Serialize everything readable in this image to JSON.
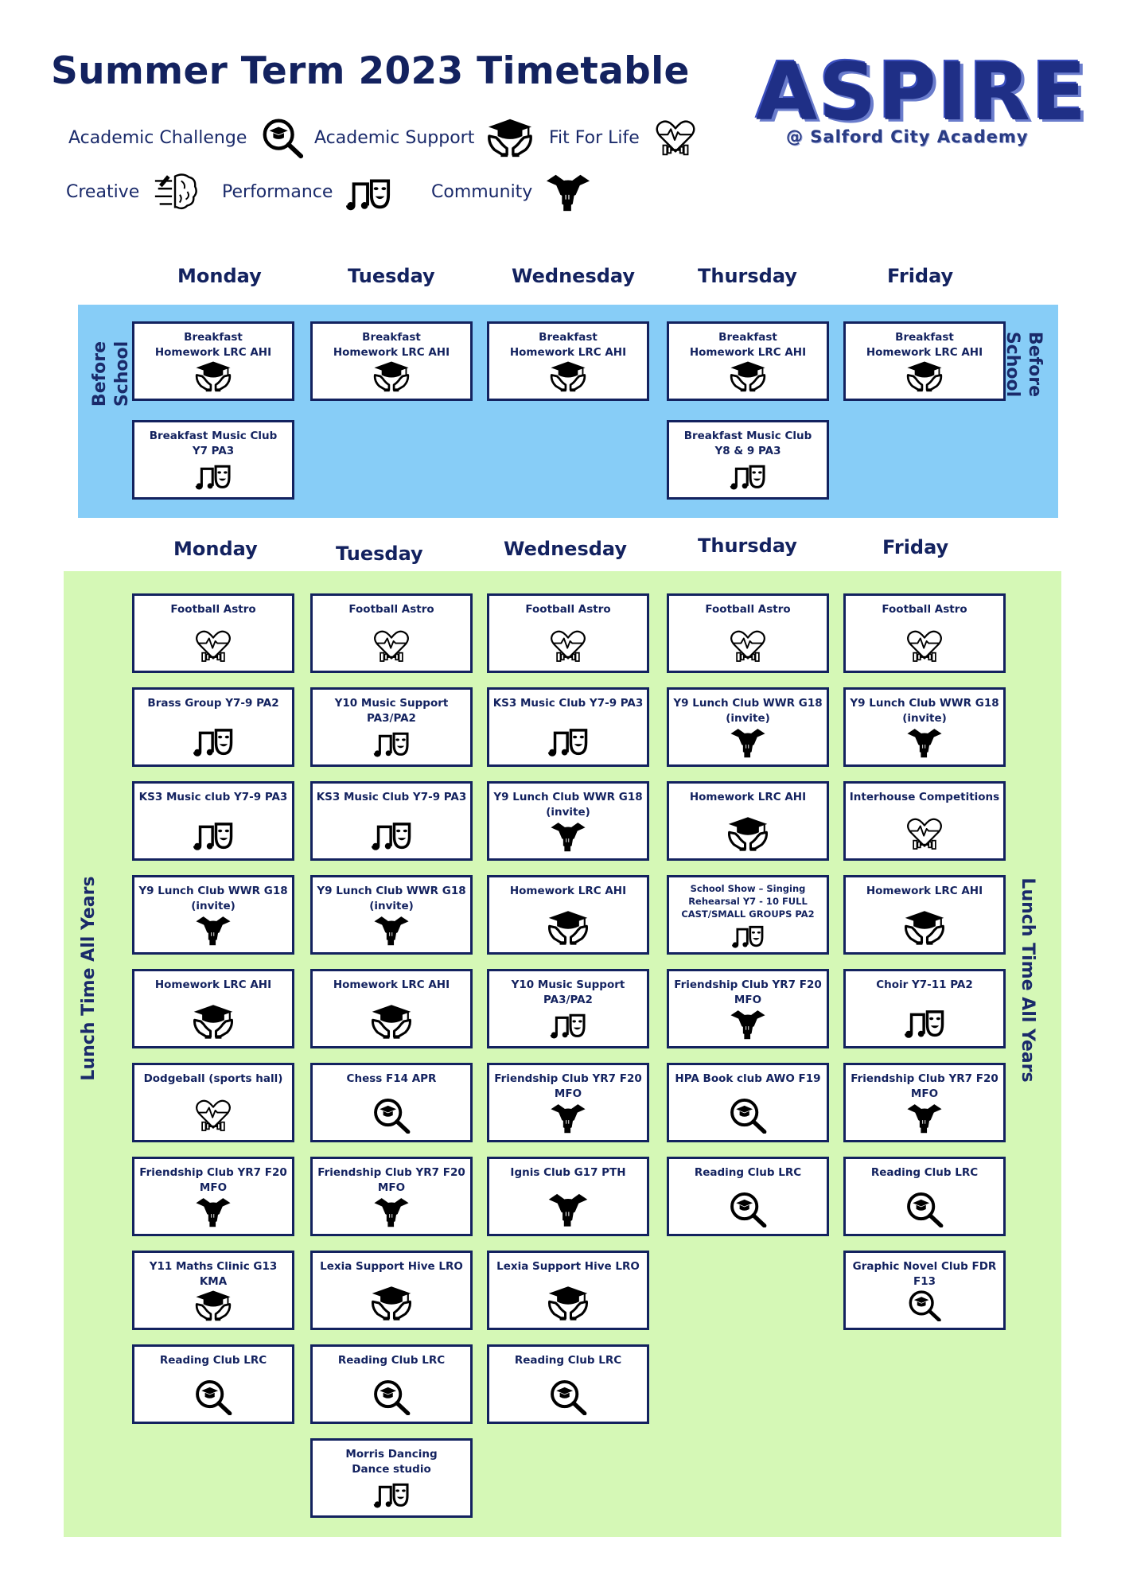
{
  "title": "Summer Term 2023 Timetable",
  "logo": {
    "word": "ASPIRE",
    "sub": "@ Salford City Academy"
  },
  "legend": {
    "academic_challenge": "Academic Challenge",
    "academic_support": "Academic Support",
    "fit_for_life": "Fit For Life",
    "creative": "Creative",
    "performance": "Performance",
    "community": "Community"
  },
  "days": [
    "Monday",
    "Tuesday",
    "Wednesday",
    "Thursday",
    "Friday"
  ],
  "sections": {
    "before_left": "Before School",
    "before_right": "Before School",
    "lunch_left": "Lunch Time All Years",
    "lunch_right": "Lunch Time All Years"
  },
  "before_school": {
    "monday": [
      {
        "title": "Breakfast\nHomework LRC AHI",
        "icon": "academic-support"
      },
      {
        "title": "Breakfast Music Club\nY7 PA3",
        "icon": "performance"
      }
    ],
    "tuesday": [
      {
        "title": "Breakfast\nHomework LRC AHI",
        "icon": "academic-support"
      }
    ],
    "wednesday": [
      {
        "title": "Breakfast\nHomework LRC AHI",
        "icon": "academic-support"
      }
    ],
    "thursday": [
      {
        "title": "Breakfast\nHomework LRC AHI",
        "icon": "academic-support"
      },
      {
        "title": "Breakfast Music Club\nY8 & 9 PA3",
        "icon": "performance"
      }
    ],
    "friday": [
      {
        "title": "Breakfast\nHomework LRC AHI",
        "icon": "academic-support"
      }
    ]
  },
  "lunch": {
    "monday": [
      {
        "title": "Football Astro",
        "icon": "fit-for-life"
      },
      {
        "title": "Brass Group Y7-9 PA2",
        "icon": "performance"
      },
      {
        "title": "KS3 Music club Y7-9 PA3",
        "icon": "performance"
      },
      {
        "title": "Y9 Lunch Club WWR G18\n(invite)",
        "icon": "community"
      },
      {
        "title": "Homework LRC AHI",
        "icon": "academic-support"
      },
      {
        "title": "Dodgeball (sports hall)",
        "icon": "fit-for-life"
      },
      {
        "title": "Friendship Club YR7 F20\nMFO",
        "icon": "community"
      },
      {
        "title": "Y11 Maths Clinic G13 KMA",
        "icon": "academic-support"
      },
      {
        "title": "Reading Club LRC",
        "icon": "academic-challenge"
      }
    ],
    "tuesday": [
      {
        "title": "Football Astro",
        "icon": "fit-for-life"
      },
      {
        "title": "Y10 Music Support\nPA3/PA2",
        "icon": "performance"
      },
      {
        "title": "KS3 Music Club Y7-9 PA3",
        "icon": "performance"
      },
      {
        "title": "Y9 Lunch Club WWR G18\n(invite)",
        "icon": "community"
      },
      {
        "title": "Homework LRC AHI",
        "icon": "academic-support"
      },
      {
        "title": "Chess  F14 APR",
        "icon": "academic-challenge"
      },
      {
        "title": "Friendship Club YR7 F20\nMFO",
        "icon": "community"
      },
      {
        "title": "Lexia Support Hive LRO",
        "icon": "academic-support"
      },
      {
        "title": "Reading Club LRC",
        "icon": "academic-challenge"
      },
      {
        "title": "Morris Dancing\nDance studio",
        "icon": "performance"
      }
    ],
    "wednesday": [
      {
        "title": "Football Astro",
        "icon": "fit-for-life"
      },
      {
        "title": "KS3 Music Club Y7-9 PA3",
        "icon": "performance"
      },
      {
        "title": "Y9 Lunch Club WWR G18\n(invite)",
        "icon": "community"
      },
      {
        "title": "Homework LRC AHI",
        "icon": "academic-support"
      },
      {
        "title": "Y10 Music Support\nPA3/PA2",
        "icon": "performance"
      },
      {
        "title": "Friendship Club YR7 F20\nMFO",
        "icon": "community"
      },
      {
        "title": "Ignis Club G17 PTH",
        "icon": "community"
      },
      {
        "title": "Lexia Support Hive LRO",
        "icon": "academic-support"
      },
      {
        "title": "Reading Club LRC",
        "icon": "academic-challenge"
      }
    ],
    "thursday": [
      {
        "title": "Football Astro",
        "icon": "fit-for-life"
      },
      {
        "title": "Y9 Lunch Club WWR G18\n(invite)",
        "icon": "community"
      },
      {
        "title": "Homework LRC AHI",
        "icon": "academic-support"
      },
      {
        "title": "School Show – Singing\nRehearsal Y7 - 10 FULL\nCAST/SMALL GROUPS PA2",
        "icon": "performance"
      },
      {
        "title": "Friendship Club YR7 F20\nMFO",
        "icon": "community"
      },
      {
        "title": "HPA Book club AWO F19",
        "icon": "academic-challenge"
      },
      {
        "title": "Reading Club LRC",
        "icon": "academic-challenge"
      }
    ],
    "friday": [
      {
        "title": "Football Astro",
        "icon": "fit-for-life"
      },
      {
        "title": "Y9 Lunch Club WWR G18\n(invite)",
        "icon": "community"
      },
      {
        "title": "Interhouse Competitions",
        "icon": "fit-for-life"
      },
      {
        "title": "Homework LRC AHI",
        "icon": "academic-support"
      },
      {
        "title": "Choir Y7-11 PA2",
        "icon": "performance"
      },
      {
        "title": "Friendship Club YR7 F20\nMFO",
        "icon": "community"
      },
      {
        "title": "Reading Club LRC",
        "icon": "academic-challenge"
      },
      {
        "title": "Graphic Novel Club FDR F13",
        "icon": "academic-challenge"
      }
    ]
  },
  "colors": {
    "navy": "#13225f",
    "before_bg": "#87cdf7",
    "lunch_bg": "#d5f8b6"
  }
}
